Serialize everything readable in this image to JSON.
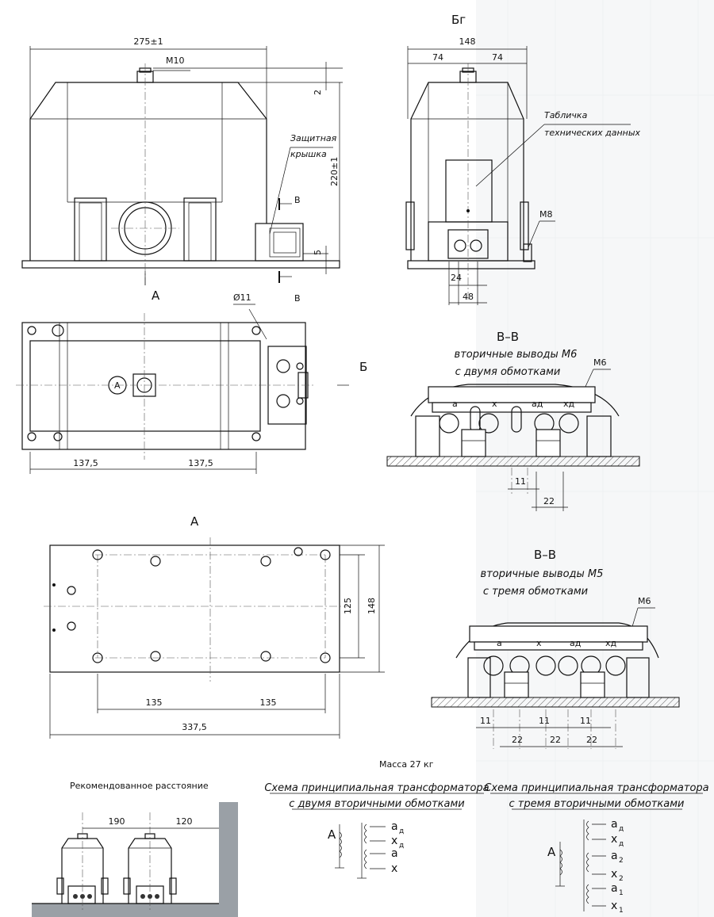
{
  "views": {
    "b_view_label": "Бг",
    "a_arrow_label": "А",
    "a_view_label": "А",
    "b_arrow_label": "Б",
    "v_label": "В",
    "circle_a_label": "А"
  },
  "dimensions": {
    "front_width": "275±1",
    "front_bolt": "M10",
    "front_gap": "2",
    "front_height": "220±1",
    "front_5": "5",
    "side_width": "148",
    "side_left": "74",
    "side_right": "74",
    "side_bolt": "M8",
    "side_24": "24",
    "side_48": "48",
    "top_hole": "Ø11",
    "top_left": "137,5",
    "top_right": "137,5",
    "bottom_h125": "125",
    "bottom_h148": "148",
    "bottom_left": "135",
    "bottom_right": "135",
    "bottom_total": "337,5",
    "sec1_11": "11",
    "sec1_22": "22",
    "sec2_11a": "11",
    "sec2_11b": "11",
    "sec2_11c": "11",
    "sec2_22a": "22",
    "sec2_22b": "22",
    "sec2_22c": "22",
    "rec_190": "190",
    "rec_120": "120"
  },
  "callouts": {
    "cover_line1": "Защитная",
    "cover_line2": "крышка",
    "plate_line1": "Табличка",
    "plate_line2": "технических данных"
  },
  "section1": {
    "title": "В–В",
    "line1": "вторичные выводы М6",
    "line2": "с двумя обмотками",
    "bolt": "М6",
    "terminals": [
      "а",
      "х",
      "ад",
      "хд"
    ]
  },
  "section2": {
    "title": "В–В",
    "line1": "вторичные выводы М5",
    "line2": "с тремя обмотками",
    "bolt": "М6",
    "terminals": [
      "а",
      "х",
      "ад",
      "хд"
    ]
  },
  "mass": "Масса 27 кг",
  "recommended": "Рекомендованное расстояние",
  "schema1": {
    "line1": "Схема принципиальная трансформатора",
    "line2": "с двумя вторичными обмотками",
    "primary": "А",
    "labels": [
      {
        "base": "a",
        "sub": "д"
      },
      {
        "base": "x",
        "sub": "д"
      },
      {
        "base": "a",
        "sub": ""
      },
      {
        "base": "x",
        "sub": ""
      }
    ]
  },
  "schema2": {
    "line1": "Схема принципиальная трансформатора",
    "line2": "с тремя вторичными обмотками",
    "primary": "А",
    "labels": [
      {
        "base": "a",
        "sub": "д"
      },
      {
        "base": "x",
        "sub": "д"
      },
      {
        "base": "a",
        "sub": "2"
      },
      {
        "base": "x",
        "sub": "2"
      },
      {
        "base": "a",
        "sub": "1"
      },
      {
        "base": "x",
        "sub": "1"
      }
    ]
  }
}
